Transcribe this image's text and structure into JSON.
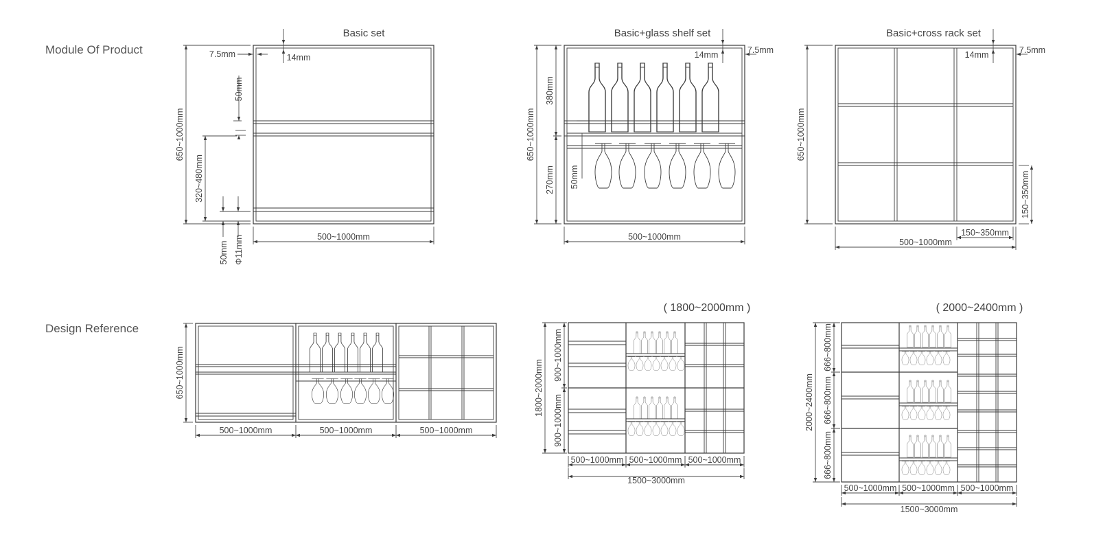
{
  "rows": {
    "module": "Module Of Product",
    "design": "Design Reference"
  },
  "titles": {
    "basic": "Basic set",
    "glass": "Basic+glass shelf set",
    "cross": "Basic+cross rack set"
  },
  "ranges": {
    "r1800": "( 1800~2000mm )",
    "r2000": "( 2000~2400mm )"
  },
  "dims": {
    "d500_1000": "500~1000mm",
    "d650_1000": "650~1000mm",
    "d320_480": "320~480mm",
    "d50": "50mm",
    "d7_5": "7.5mm",
    "d14": "14mm",
    "d11": "Φ11mm",
    "d380": "380mm",
    "d270": "270mm",
    "d150_350": "150~350mm",
    "d1500_3000": "1500~3000mm",
    "d1800_2000": "1800~2000mm",
    "d900_1000": "900~1000mm",
    "d2000_2400": "2000~2400mm",
    "d666_800": "666~800mm"
  }
}
